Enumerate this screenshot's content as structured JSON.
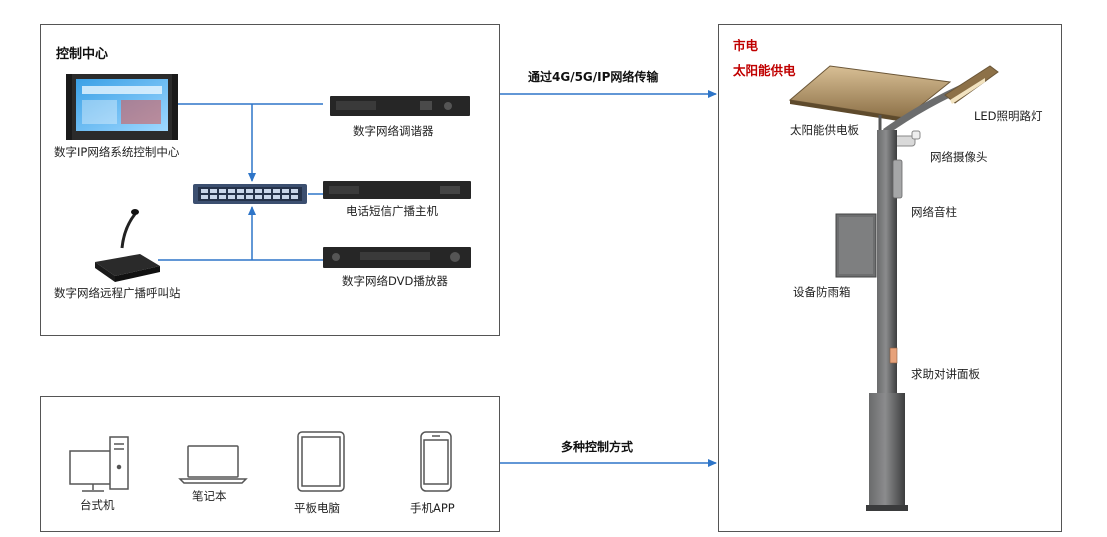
{
  "control_center": {
    "title": "控制中心",
    "system_control": "数字IP网络系统控制中心",
    "tuner": "数字网络调谐器",
    "phone_sms": "电话短信广播主机",
    "dvd_player": "数字网络DVD播放器",
    "paging_station": "数字网络远程广播呼叫站"
  },
  "terminals": {
    "desktop": "台式机",
    "laptop": "笔记本",
    "tablet": "平板电脑",
    "phone_app": "手机APP"
  },
  "connections": {
    "network_link": "通过4G/5G/IP网络传输",
    "control_modes": "多种控制方式"
  },
  "pole": {
    "power_city": "市电",
    "power_solar": "太阳能供电",
    "solar_panel": "太阳能供电板",
    "led_light": "LED照明路灯",
    "camera": "网络摄像头",
    "speaker_column": "网络音柱",
    "rain_box": "设备防雨箱",
    "intercom_panel": "求助对讲面板"
  },
  "colors": {
    "arrow": "#2e75c8",
    "power_text": "#c00000",
    "pole": "#4a4b4c"
  }
}
